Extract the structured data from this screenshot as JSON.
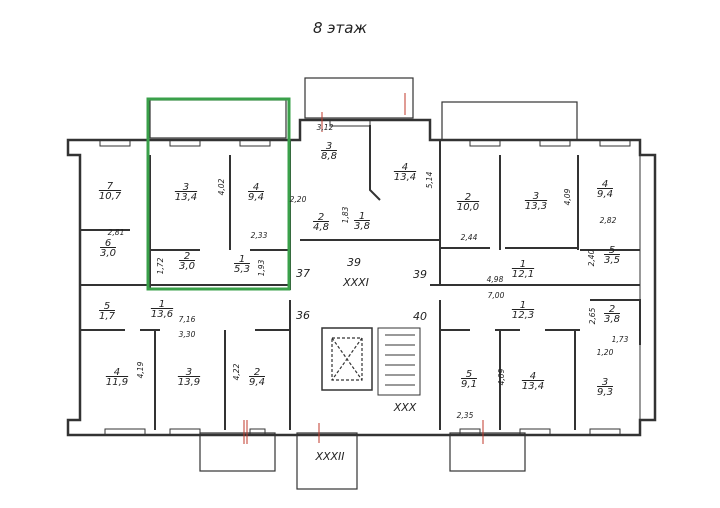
{
  "title": "8 этаж",
  "highlight_color": "#3aa04a",
  "rooms": [
    {
      "n": "7",
      "a": "10,7"
    },
    {
      "n": "6",
      "a": "3,0"
    },
    {
      "n": "3",
      "a": "13,4"
    },
    {
      "n": "4",
      "a": "9,4"
    },
    {
      "n": "2",
      "a": "3,0"
    },
    {
      "n": "1",
      "a": "5,3"
    },
    {
      "n": "3",
      "a": "8,8"
    },
    {
      "n": "2",
      "a": "4,8"
    },
    {
      "n": "1",
      "a": "3,8"
    },
    {
      "n": "4",
      "a": "13,4"
    },
    {
      "n": "2",
      "a": "10,0"
    },
    {
      "n": "3",
      "a": "13,3"
    },
    {
      "n": "4",
      "a": "9,4"
    },
    {
      "n": "5",
      "a": "3,5"
    },
    {
      "n": "1",
      "a": "12,1"
    },
    {
      "n": "1",
      "a": "12,3"
    },
    {
      "n": "2",
      "a": "3,8"
    },
    {
      "n": "5",
      "a": "9,1"
    },
    {
      "n": "4",
      "a": "13,4"
    },
    {
      "n": "3",
      "a": "9,3"
    },
    {
      "n": "5",
      "a": "1,7"
    },
    {
      "n": "1",
      "a": "13,6"
    },
    {
      "n": "4",
      "a": "11,9"
    },
    {
      "n": "3",
      "a": "13,9"
    },
    {
      "n": "2",
      "a": "9,4"
    }
  ],
  "dimensions": [
    "2,81",
    "4,02",
    "2,33",
    "1,72",
    "1,93",
    "3,12",
    "2,20",
    "1,83",
    "5,14",
    "2,44",
    "4,09",
    "2,82",
    "2,40",
    "4,98",
    "7,00",
    "2,65",
    "1,73",
    "1,20",
    "4,09",
    "2,35",
    "7,16",
    "3,30",
    "4,19",
    "4,22"
  ],
  "axes": [
    "39",
    "39",
    "37",
    "36",
    "40"
  ],
  "sections": [
    "XXXI",
    "XXX",
    "XXXII"
  ]
}
